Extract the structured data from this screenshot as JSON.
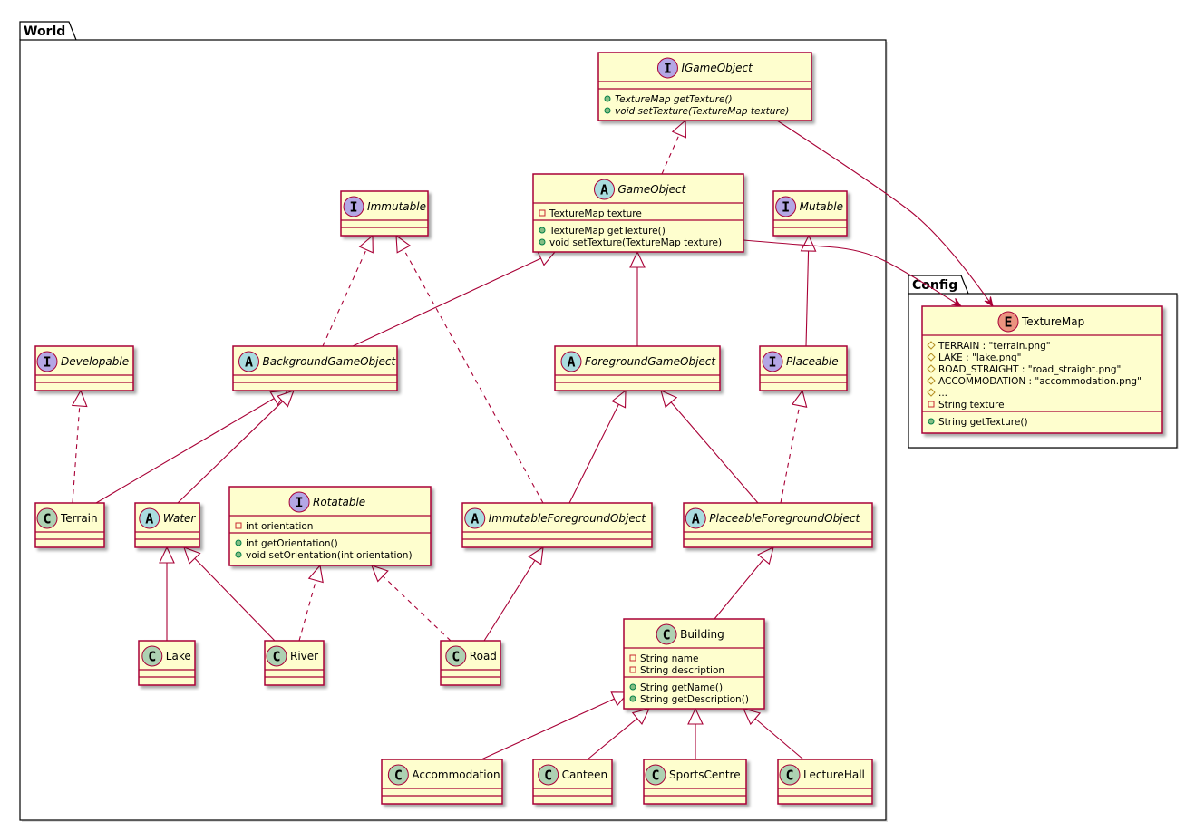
{
  "colors": {
    "class_fill": "#FEFECE",
    "border": "#A80036",
    "interface_badge": "#B4A7E5",
    "abstract_badge": "#A9DCDF",
    "class_badge": "#ADD1B2",
    "enum_badge": "#EB937F",
    "public_dot": "#84BE84",
    "private_box": "#C82930",
    "protected_diamond": "#FFFF44"
  },
  "packages": [
    {
      "id": "world",
      "label": "World"
    },
    {
      "id": "config",
      "label": "Config"
    }
  ],
  "classes": [
    {
      "id": "IGameObject",
      "kind": "interface",
      "badge": "I",
      "name": "IGameObject",
      "italic": true,
      "fields": [],
      "methods": [
        {
          "vis": "public",
          "text": "TextureMap getTexture()",
          "italic": true
        },
        {
          "vis": "public",
          "text": "void setTexture(TextureMap texture)",
          "italic": true
        }
      ]
    },
    {
      "id": "GameObject",
      "kind": "abstract",
      "badge": "A",
      "name": "GameObject",
      "italic": true,
      "fields": [
        {
          "vis": "private",
          "text": "TextureMap texture"
        }
      ],
      "methods": [
        {
          "vis": "public",
          "text": "TextureMap getTexture()"
        },
        {
          "vis": "public",
          "text": "void setTexture(TextureMap texture)"
        }
      ]
    },
    {
      "id": "Immutable",
      "kind": "interface",
      "badge": "I",
      "name": "Immutable",
      "italic": true,
      "fields": [],
      "methods": []
    },
    {
      "id": "Mutable",
      "kind": "interface",
      "badge": "I",
      "name": "Mutable",
      "italic": true,
      "fields": [],
      "methods": []
    },
    {
      "id": "Developable",
      "kind": "interface",
      "badge": "I",
      "name": "Developable",
      "italic": true,
      "fields": [],
      "methods": []
    },
    {
      "id": "BackgroundGameObject",
      "kind": "abstract",
      "badge": "A",
      "name": "BackgroundGameObject",
      "italic": true,
      "fields": [],
      "methods": []
    },
    {
      "id": "ForegroundGameObject",
      "kind": "abstract",
      "badge": "A",
      "name": "ForegroundGameObject",
      "italic": true,
      "fields": [],
      "methods": []
    },
    {
      "id": "Placeable",
      "kind": "interface",
      "badge": "I",
      "name": "Placeable",
      "italic": true,
      "fields": [],
      "methods": []
    },
    {
      "id": "Terrain",
      "kind": "class",
      "badge": "C",
      "name": "Terrain",
      "italic": false,
      "fields": [],
      "methods": []
    },
    {
      "id": "Water",
      "kind": "abstract",
      "badge": "A",
      "name": "Water",
      "italic": true,
      "fields": [],
      "methods": []
    },
    {
      "id": "Rotatable",
      "kind": "interface",
      "badge": "I",
      "name": "Rotatable",
      "italic": true,
      "fields": [
        {
          "vis": "private",
          "text": "int orientation"
        }
      ],
      "methods": [
        {
          "vis": "public",
          "text": "int getOrientation()"
        },
        {
          "vis": "public",
          "text": "void setOrientation(int orientation)"
        }
      ]
    },
    {
      "id": "ImmutableForegroundObject",
      "kind": "abstract",
      "badge": "A",
      "name": "ImmutableForegroundObject",
      "italic": true,
      "fields": [],
      "methods": []
    },
    {
      "id": "PlaceableForegroundObject",
      "kind": "abstract",
      "badge": "A",
      "name": "PlaceableForegroundObject",
      "italic": true,
      "fields": [],
      "methods": []
    },
    {
      "id": "Lake",
      "kind": "class",
      "badge": "C",
      "name": "Lake",
      "italic": false,
      "fields": [],
      "methods": []
    },
    {
      "id": "River",
      "kind": "class",
      "badge": "C",
      "name": "River",
      "italic": false,
      "fields": [],
      "methods": []
    },
    {
      "id": "Road",
      "kind": "class",
      "badge": "C",
      "name": "Road",
      "italic": false,
      "fields": [],
      "methods": []
    },
    {
      "id": "Building",
      "kind": "class",
      "badge": "C",
      "name": "Building",
      "italic": false,
      "fields": [
        {
          "vis": "private",
          "text": "String name"
        },
        {
          "vis": "private",
          "text": "String description"
        }
      ],
      "methods": [
        {
          "vis": "public",
          "text": "String getName()"
        },
        {
          "vis": "public",
          "text": "String getDescription()"
        }
      ]
    },
    {
      "id": "Accommodation",
      "kind": "class",
      "badge": "C",
      "name": "Accommodation",
      "italic": false,
      "fields": [],
      "methods": []
    },
    {
      "id": "Canteen",
      "kind": "class",
      "badge": "C",
      "name": "Canteen",
      "italic": false,
      "fields": [],
      "methods": []
    },
    {
      "id": "SportsCentre",
      "kind": "class",
      "badge": "C",
      "name": "SportsCentre",
      "italic": false,
      "fields": [],
      "methods": []
    },
    {
      "id": "LectureHall",
      "kind": "class",
      "badge": "C",
      "name": "LectureHall",
      "italic": false,
      "fields": [],
      "methods": []
    },
    {
      "id": "TextureMap",
      "kind": "enum",
      "badge": "E",
      "name": "TextureMap",
      "italic": false,
      "fields": [
        {
          "vis": "protected",
          "text": "TERRAIN : \"terrain.png\""
        },
        {
          "vis": "protected",
          "text": "LAKE : \"lake.png\""
        },
        {
          "vis": "protected",
          "text": "ROAD_STRAIGHT : \"road_straight.png\""
        },
        {
          "vis": "protected",
          "text": "ACCOMMODATION : \"accommodation.png\""
        },
        {
          "vis": "protected",
          "text": "..."
        },
        {
          "vis": "private",
          "text": "String texture"
        }
      ],
      "methods": [
        {
          "vis": "public",
          "text": "String getTexture()"
        }
      ]
    }
  ],
  "relations": [
    {
      "from": "GameObject",
      "to": "IGameObject",
      "type": "realization"
    },
    {
      "from": "BackgroundGameObject",
      "to": "Immutable",
      "type": "realization"
    },
    {
      "from": "ImmutableForegroundObject",
      "to": "Immutable",
      "type": "realization"
    },
    {
      "from": "BackgroundGameObject",
      "to": "GameObject",
      "type": "generalization"
    },
    {
      "from": "ForegroundGameObject",
      "to": "GameObject",
      "type": "generalization"
    },
    {
      "from": "Placeable",
      "to": "Mutable",
      "type": "generalization"
    },
    {
      "from": "Terrain",
      "to": "Developable",
      "type": "realization"
    },
    {
      "from": "Terrain",
      "to": "BackgroundGameObject",
      "type": "generalization"
    },
    {
      "from": "Water",
      "to": "BackgroundGameObject",
      "type": "generalization"
    },
    {
      "from": "ImmutableForegroundObject",
      "to": "ForegroundGameObject",
      "type": "generalization"
    },
    {
      "from": "PlaceableForegroundObject",
      "to": "ForegroundGameObject",
      "type": "generalization"
    },
    {
      "from": "PlaceableForegroundObject",
      "to": "Placeable",
      "type": "realization"
    },
    {
      "from": "Lake",
      "to": "Water",
      "type": "generalization"
    },
    {
      "from": "River",
      "to": "Water",
      "type": "generalization"
    },
    {
      "from": "River",
      "to": "Rotatable",
      "type": "realization"
    },
    {
      "from": "Road",
      "to": "Rotatable",
      "type": "realization"
    },
    {
      "from": "Road",
      "to": "ImmutableForegroundObject",
      "type": "generalization"
    },
    {
      "from": "Building",
      "to": "PlaceableForegroundObject",
      "type": "generalization"
    },
    {
      "from": "Accommodation",
      "to": "Building",
      "type": "generalization"
    },
    {
      "from": "Canteen",
      "to": "Building",
      "type": "generalization"
    },
    {
      "from": "SportsCentre",
      "to": "Building",
      "type": "generalization"
    },
    {
      "from": "LectureHall",
      "to": "Building",
      "type": "generalization"
    },
    {
      "from": "IGameObject",
      "to": "TextureMap",
      "type": "association"
    },
    {
      "from": "GameObject",
      "to": "TextureMap",
      "type": "association"
    }
  ]
}
